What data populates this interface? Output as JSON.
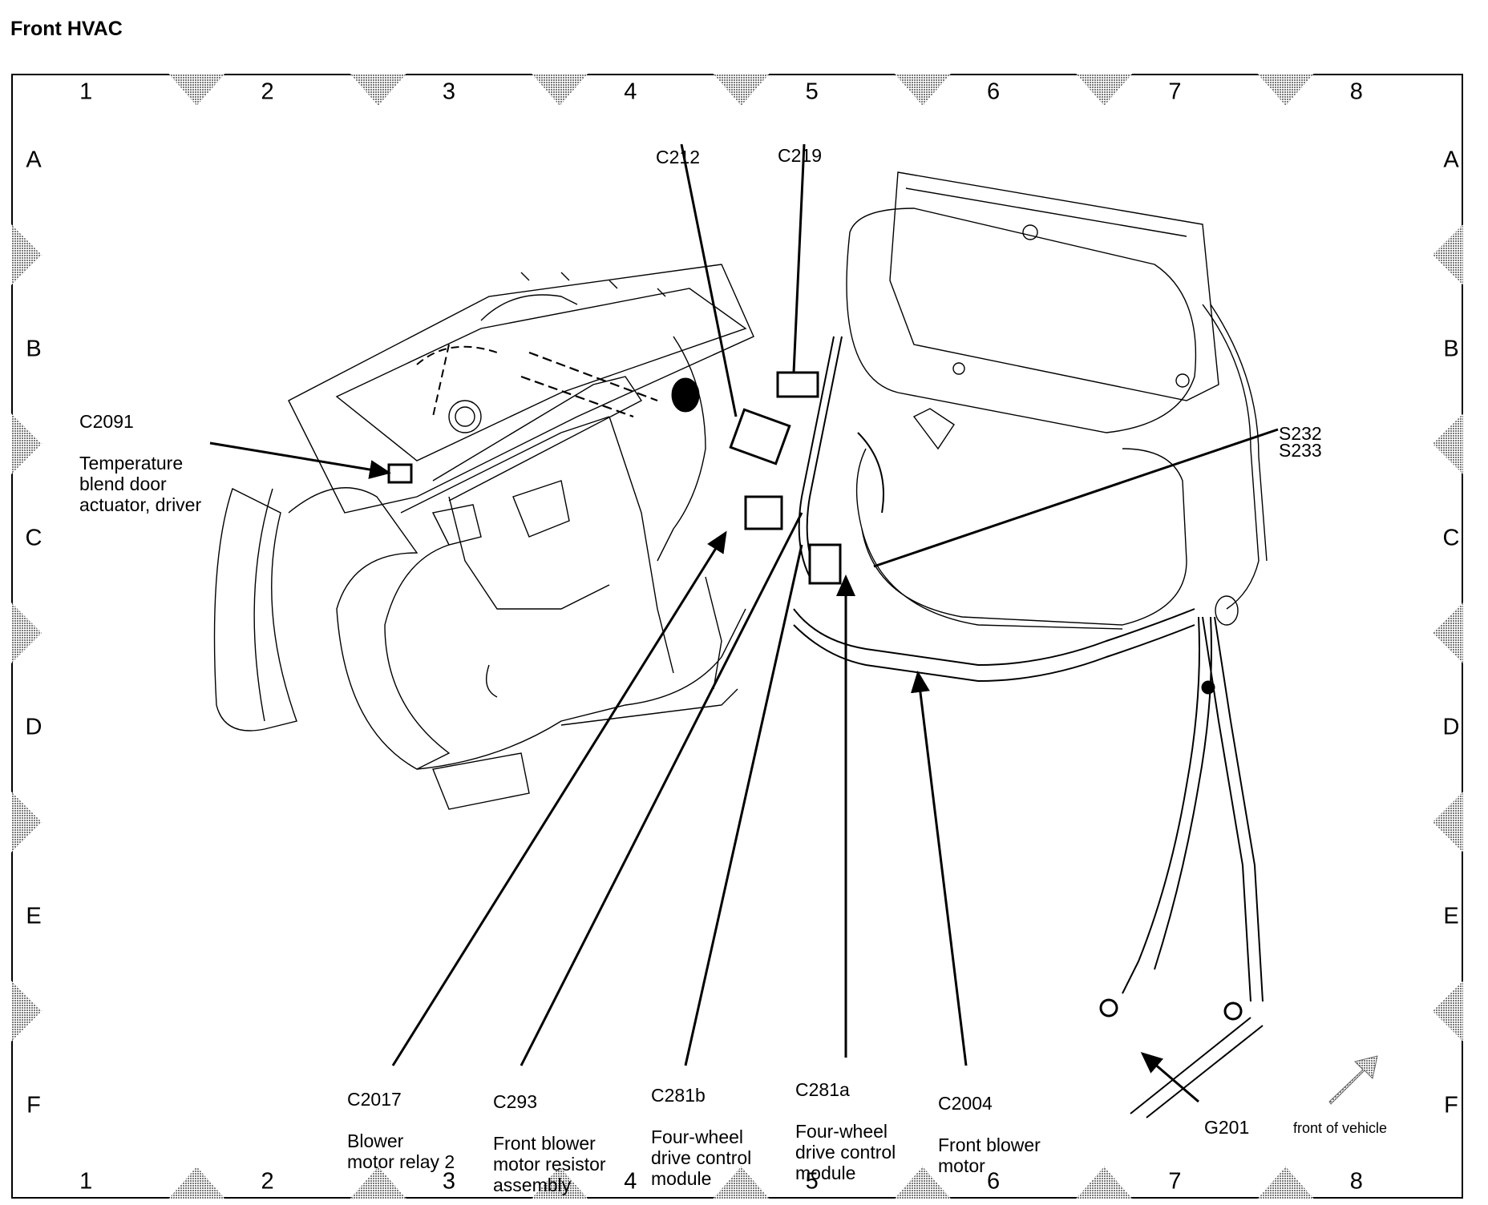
{
  "title": "Front HVAC",
  "grid": {
    "columns": [
      "1",
      "2",
      "3",
      "4",
      "5",
      "6",
      "7",
      "8"
    ],
    "rows": [
      "A",
      "B",
      "C",
      "D",
      "E",
      "F"
    ]
  },
  "callouts": [
    {
      "id": "c2091",
      "code": "C2091",
      "description": "Temperature\nblend door\nactuator, driver"
    },
    {
      "id": "c212",
      "code": "C212",
      "description": ""
    },
    {
      "id": "c219",
      "code": "C219",
      "description": ""
    },
    {
      "id": "s232",
      "code": "S232\nS233",
      "description": ""
    },
    {
      "id": "c2017",
      "code": "C2017",
      "description": "Blower\nmotor relay 2"
    },
    {
      "id": "c293",
      "code": "C293",
      "description": "Front blower\nmotor resistor\nassembly"
    },
    {
      "id": "c281b",
      "code": "C281b",
      "description": "Four-wheel\ndrive control\nmodule"
    },
    {
      "id": "c281a",
      "code": "C281a",
      "description": "Four-wheel\ndrive control\nmodule"
    },
    {
      "id": "c2004",
      "code": "C2004",
      "description": "Front blower\nmotor"
    },
    {
      "id": "g201",
      "code": "G201",
      "description": ""
    }
  ],
  "orientation": {
    "label": "front of vehicle",
    "icon": "front-of-vehicle-arrow-icon"
  }
}
